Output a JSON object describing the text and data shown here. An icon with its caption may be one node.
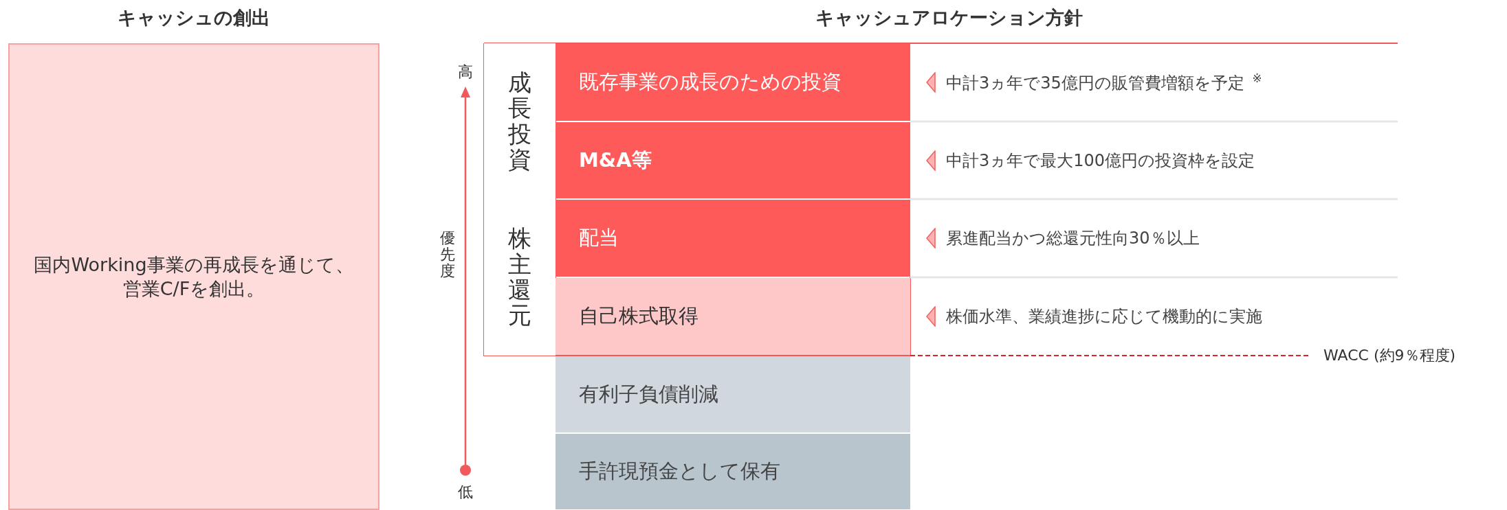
{
  "diagram": {
    "nodes": [
      {
        "text": [
          "キャッシュの創出",
          "国内Working事業の再成長を通じて、営業C/Fを創出。"
        ]
      },
      {
        "text": [
          "成長投資"
        ]
      },
      {
        "text": [
          "株主還元"
        ]
      },
      {
        "text": [
          "既存事業の成長のための投資"
        ]
      },
      {
        "text": [
          "M&A等"
        ]
      },
      {
        "text": [
          "配当"
        ]
      },
      {
        "text": [
          "自己株式取得"
        ]
      },
      {
        "text": [
          "有利子負債削減"
        ]
      },
      {
        "text": [
          "手許現預金として保有"
        ]
      },
      {
        "text": [
          "中計3ヵ年で35億円の販管費増額を予定 $^{※}$"
        ]
      },
      {
        "text": [
          "中計3ヵ年で最大100億円の投資枠を設定"
        ]
      },
      {
        "text": [
          "累進配当かつ総還元性向30％以上"
        ]
      },
      {
        "text": [
          "株価水準、業績進捗に応じて機動的に実施"
        ]
      }
    ],
    "edges": [],
    "labels": [
      "キャッシュアロケーション方針",
      "高",
      "優先度",
      "低",
      "WACC (約9％程度)"
    ]
  }
}
